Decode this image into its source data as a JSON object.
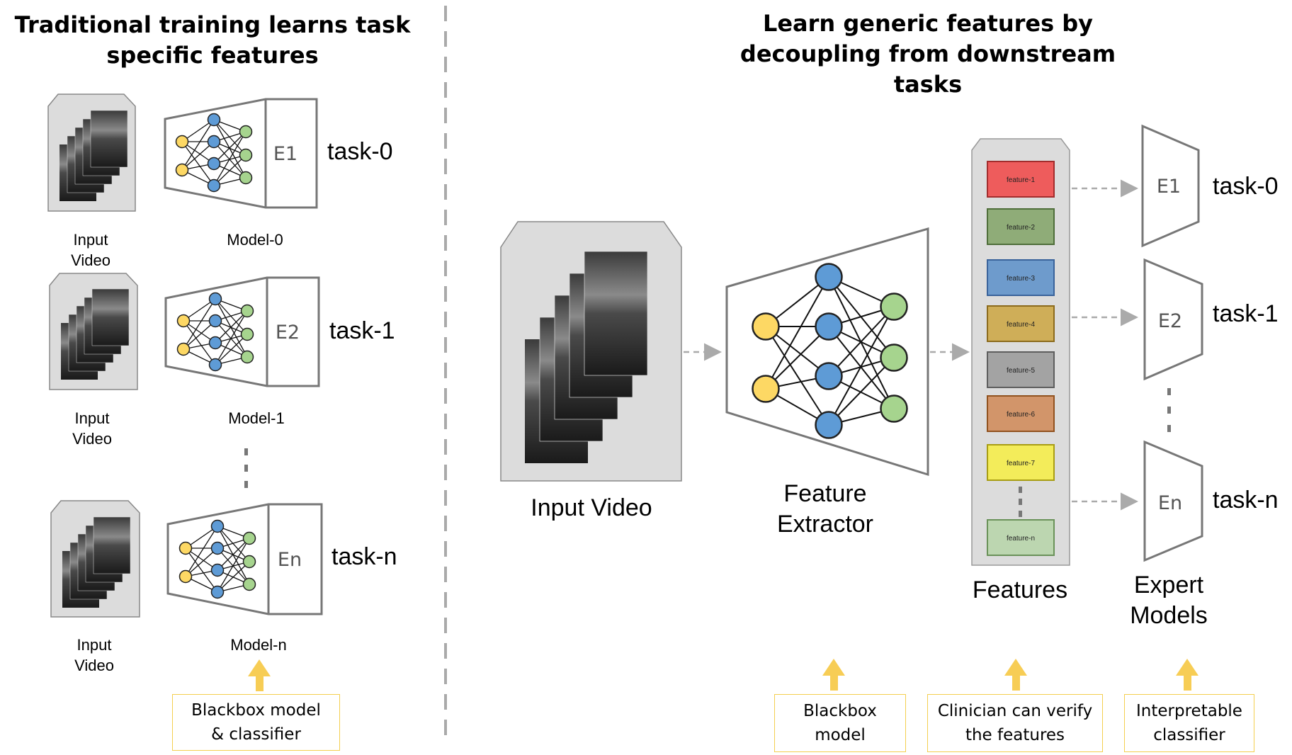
{
  "left": {
    "title": [
      "Traditional training learns task",
      "specific features"
    ],
    "rows": [
      {
        "input_label": [
          "Input",
          "Video"
        ],
        "model_label": "Model-0",
        "expert": "E1",
        "task": "task-0"
      },
      {
        "input_label": [
          "Input",
          "Video"
        ],
        "model_label": "Model-1",
        "expert": "E2",
        "task": "task-1"
      },
      {
        "input_label": [
          "Input",
          "Video"
        ],
        "model_label": "Model-n",
        "expert": "En",
        "task": "task-n"
      }
    ],
    "callout": [
      "Blackbox model",
      "& classifier"
    ]
  },
  "right": {
    "title": [
      "Learn generic features by",
      "decoupling from downstream",
      "tasks"
    ],
    "input_video_label": "Input Video",
    "feature_extractor_label": [
      "Feature",
      "Extractor"
    ],
    "features_label": "Features",
    "expert_models_label": [
      "Expert",
      "Models"
    ],
    "features": [
      {
        "label": "feature-1",
        "fill": "#ee5c5c",
        "stroke": "#a32d2d"
      },
      {
        "label": "feature-2",
        "fill": "#8fac78",
        "stroke": "#4f6e3a"
      },
      {
        "label": "feature-3",
        "fill": "#6e9bcc",
        "stroke": "#3a639b"
      },
      {
        "label": "feature-4",
        "fill": "#cfae58",
        "stroke": "#8c6b1d"
      },
      {
        "label": "feature-5",
        "fill": "#a3a3a3",
        "stroke": "#5e5e5e"
      },
      {
        "label": "feature-6",
        "fill": "#d2956a",
        "stroke": "#91521f"
      },
      {
        "label": "feature-7",
        "fill": "#f3ec5a",
        "stroke": "#a89d14"
      },
      {
        "label": "feature-n",
        "fill": "#bcd6b0",
        "stroke": "#6a9259"
      }
    ],
    "experts": [
      {
        "label": "E1",
        "task": "task-0"
      },
      {
        "label": "E2",
        "task": "task-1"
      },
      {
        "label": "En",
        "task": "task-n"
      }
    ],
    "callouts": [
      [
        "Blackbox",
        "model"
      ],
      [
        "Clinician can verify",
        "the features"
      ],
      [
        "Interpretable",
        "classifier"
      ]
    ]
  },
  "colors": {
    "node_yellow": "#fdd864",
    "node_blue": "#5e9bd6",
    "node_green": "#a6d48e",
    "arrow_yellow": "#f7cd55",
    "panel_gray": "#dcdcdc",
    "outline_gray": "#777777"
  }
}
